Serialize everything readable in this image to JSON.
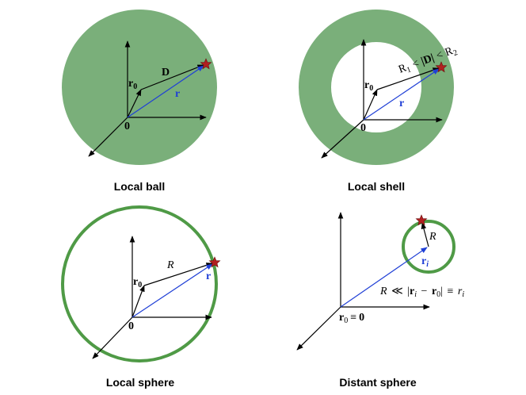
{
  "captions": {
    "ball": "Local ball",
    "shell": "Local shell",
    "sphere": "Local sphere",
    "distant": "Distant sphere"
  },
  "labels": {
    "r0_bold": "r",
    "r0_sub": "0",
    "origin": "0",
    "D": "D",
    "r": "r",
    "R": "R",
    "shell_R1": "R",
    "shell_R1_sub": "1",
    "shell_lt1": "<",
    "shell_absD": "|D|",
    "shell_lt2": "<",
    "shell_R2": "R",
    "shell_R2_sub": "2",
    "ri_bold": "r",
    "ri_sub": "i",
    "distant_origin_r": "r",
    "distant_origin_sub": "0",
    "distant_origin_equiv": "≡",
    "distant_origin_zero": "0",
    "relation": "R ≪ |r",
    "relation_parts": {
      "R": "R",
      "ll": "≪",
      "bar_open": "|",
      "ri": "r",
      "i": "i",
      "minus": "−",
      "r0": "r",
      "zero": "0",
      "bar_close": "|",
      "equiv": "≡",
      "ri2": "r",
      "i2": "i"
    }
  },
  "colors": {
    "green_fill": "#7aaf7a",
    "green_stroke": "#4f9a46",
    "blue_vector": "#1f3fd6",
    "star": "#b02020",
    "star_stroke": "#6a0d0d"
  }
}
